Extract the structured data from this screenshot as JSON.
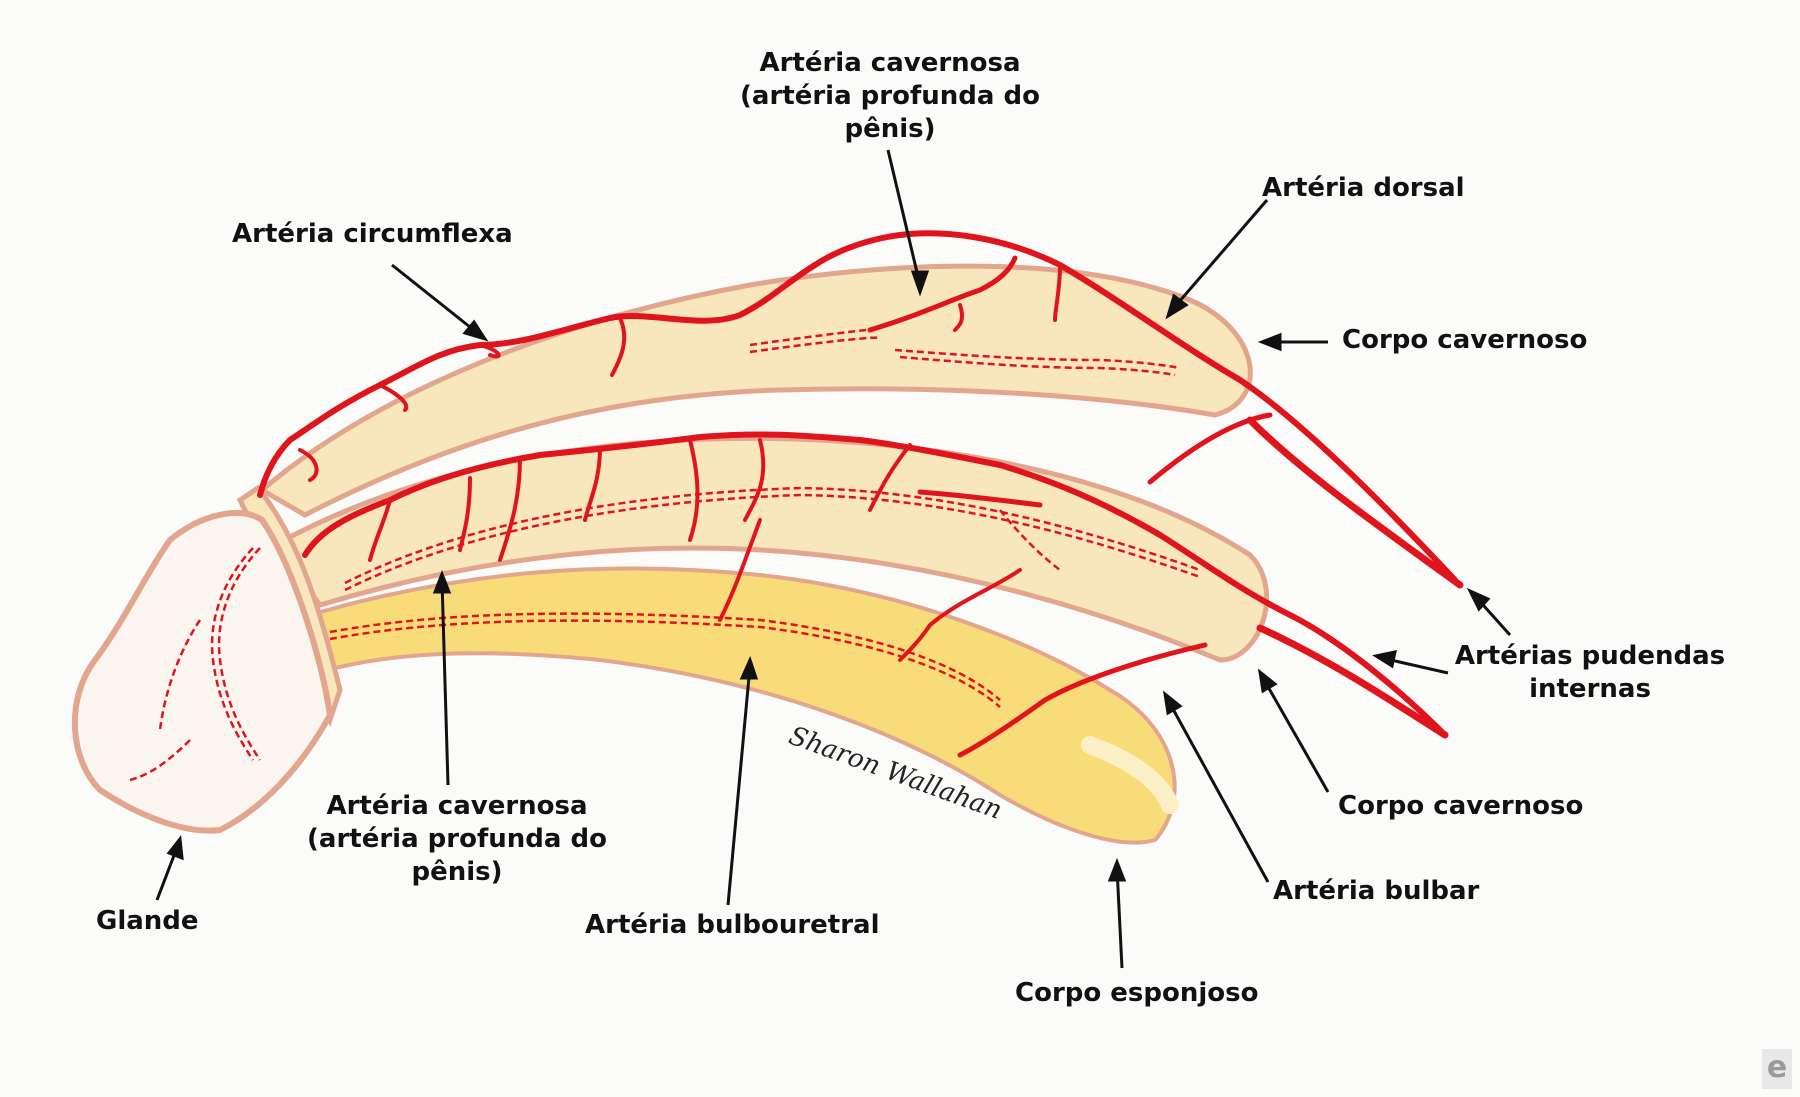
{
  "labels": {
    "arteria_cavernosa_top": [
      "Artéria cavernosa",
      "(artéria profunda do",
      "pênis)"
    ],
    "arteria_dorsal": "Artéria dorsal",
    "arteria_circumflexa": "Artéria circumflexa",
    "corpo_cavernoso_top": "Corpo cavernoso",
    "arterias_pudendas": [
      "Artérias pudendas",
      "internas"
    ],
    "corpo_cavernoso_bottom": "Corpo cavernoso",
    "arteria_bulbar": "Artéria bulbar",
    "corpo_esponjoso": "Corpo esponjoso",
    "arteria_bulbouretral": "Artéria bulbouretral",
    "arteria_cavernosa_bottom": [
      "Artéria cavernosa",
      "(artéria profunda do",
      "pênis)"
    ],
    "glande": "Glande"
  },
  "signature": "Sharon Wallahan",
  "logo": "e",
  "colors": {
    "artery": "#e0141c",
    "body_fill": "#f8e6bc",
    "spongy_fill": "#f9dc7a",
    "outline": "#e2a58e",
    "glans_fill": "#fbf5ef",
    "text": "#111111"
  }
}
